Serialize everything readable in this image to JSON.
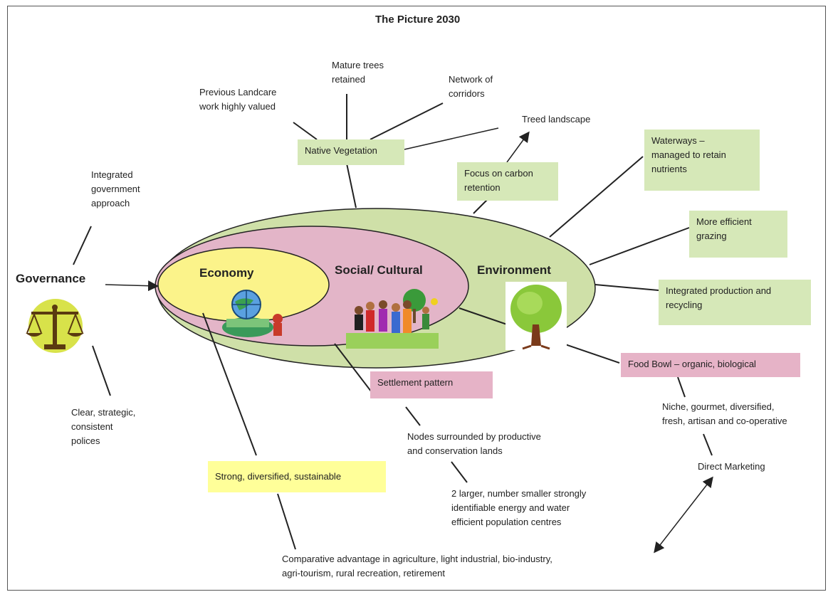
{
  "title": "The Picture 2030",
  "circles": {
    "economy": "Economy",
    "social": "Social/ Cultural",
    "environment": "Environment"
  },
  "governance": {
    "label": "Governance",
    "top_note": [
      "Integrated",
      "government",
      "approach"
    ],
    "bottom_note": [
      "Clear, strategic,",
      "consistent",
      "polices"
    ]
  },
  "vegetation": {
    "label": "Native Vegetation",
    "landcare": [
      "Previous Landcare",
      "work highly valued"
    ],
    "trees": [
      "Mature trees",
      "retained"
    ],
    "corridors": [
      "Network of",
      "corridors"
    ],
    "treed": "Treed landscape"
  },
  "carbon": [
    "Focus on carbon",
    "retention"
  ],
  "waterways": [
    "Waterways –",
    "managed to retain",
    "nutrients"
  ],
  "grazing": [
    "More efficient",
    "grazing"
  ],
  "recycling": [
    "Integrated production and",
    "recycling"
  ],
  "food_bowl": "Food Bowl – organic, biological",
  "niche": [
    "Niche, gourmet, diversified,",
    "fresh, artisan and co-operative"
  ],
  "direct_marketing": "Direct Marketing",
  "settlement": "Settlement pattern",
  "nodes": [
    "Nodes surrounded by productive",
    "and conservation lands"
  ],
  "centres": [
    "2 larger, number smaller strongly",
    "identifiable energy and water",
    "efficient population centres"
  ],
  "strong": "Strong, diversified, sustainable",
  "comparative": [
    "Comparative advantage in agriculture, light industrial, bio-industry,",
    "agri-tourism, rural recreation, retirement"
  ],
  "colors": {
    "green": "#d6e8b8",
    "pink": "#e6b3c7",
    "yellow": "#ffff99",
    "outer_ellipse": "#cfe0a8",
    "social_ellipse": "#e3b5c8",
    "economy_ellipse": "#fbf38a"
  },
  "icons": [
    "scales-of-justice-icon",
    "globe-money-icon",
    "people-group-icon",
    "tree-icon"
  ]
}
